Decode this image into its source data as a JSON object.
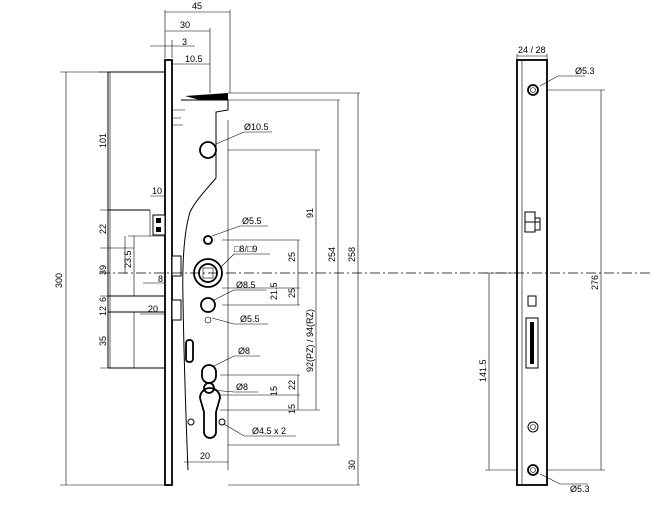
{
  "dims": {
    "d45": "45",
    "d30": "30",
    "d3": "3",
    "d10_5": "10.5",
    "d101": "101",
    "d10": "10",
    "d22a": "22",
    "d23_5": "23.5",
    "d39": "39",
    "d300": "300",
    "d8": "8",
    "d12": "12",
    "d6": "6",
    "d20a": "20",
    "d35": "35",
    "d20b": "20",
    "d91": "91",
    "d254": "254",
    "d258": "258",
    "d25a": "25",
    "d21_5": "21.5",
    "d25b": "25",
    "d92": "92(PZ) / 94(RZ)",
    "d22b": "22",
    "d15a": "15",
    "d15b": "15",
    "d30b": "30",
    "d24_28": "24 / 28",
    "d276": "276",
    "d141_5": "141.5"
  },
  "labels": {
    "phi10_5": "Ø10.5",
    "phi5_5a": "Ø5.5",
    "sq8_9": "□8/□9",
    "phi8_5": "Ø8.5",
    "phi5_5b": "Ø5.5",
    "phi8a": "Ø8",
    "phi8b": "Ø8",
    "phi4_5x2": "Ø4.5 x 2",
    "phi5_3a": "Ø5.3",
    "phi5_3b": "Ø5.3"
  }
}
